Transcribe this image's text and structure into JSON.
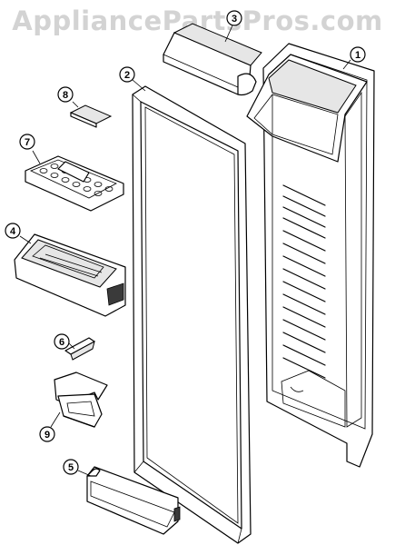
{
  "watermark": "AppliancePartsPros.com",
  "callouts": {
    "door_liner": "1",
    "door_gasket": "2",
    "dairy_cover": "3",
    "door_bin": "4",
    "bottom_bin": "5",
    "bin_clip": "6",
    "egg_tray": "7",
    "butter_cover": "8",
    "dispenser_part": "9"
  }
}
